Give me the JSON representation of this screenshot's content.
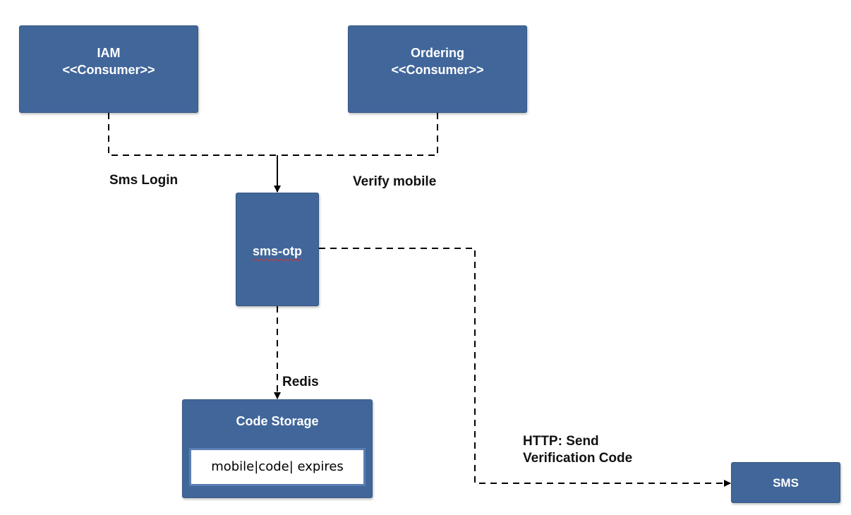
{
  "nodes": {
    "iam": {
      "line1": "IAM",
      "line2": "<<Consumer>>"
    },
    "ordering": {
      "line1": "Ordering",
      "line2": "<<Consumer>>"
    },
    "sms_otp": {
      "label": "sms-otp"
    },
    "code_storage": {
      "title": "Code Storage",
      "table_fields": "mobile|code| expires"
    },
    "sms": {
      "label": "SMS"
    }
  },
  "edges": {
    "sms_login": "Sms Login",
    "verify_mobile": "Verify mobile",
    "redis": "Redis",
    "http_send_line1": "HTTP: Send",
    "http_send_line2": "Verification Code"
  },
  "colors": {
    "node_fill": "#41669a",
    "node_text": "#ffffff",
    "connector": "#000000"
  }
}
